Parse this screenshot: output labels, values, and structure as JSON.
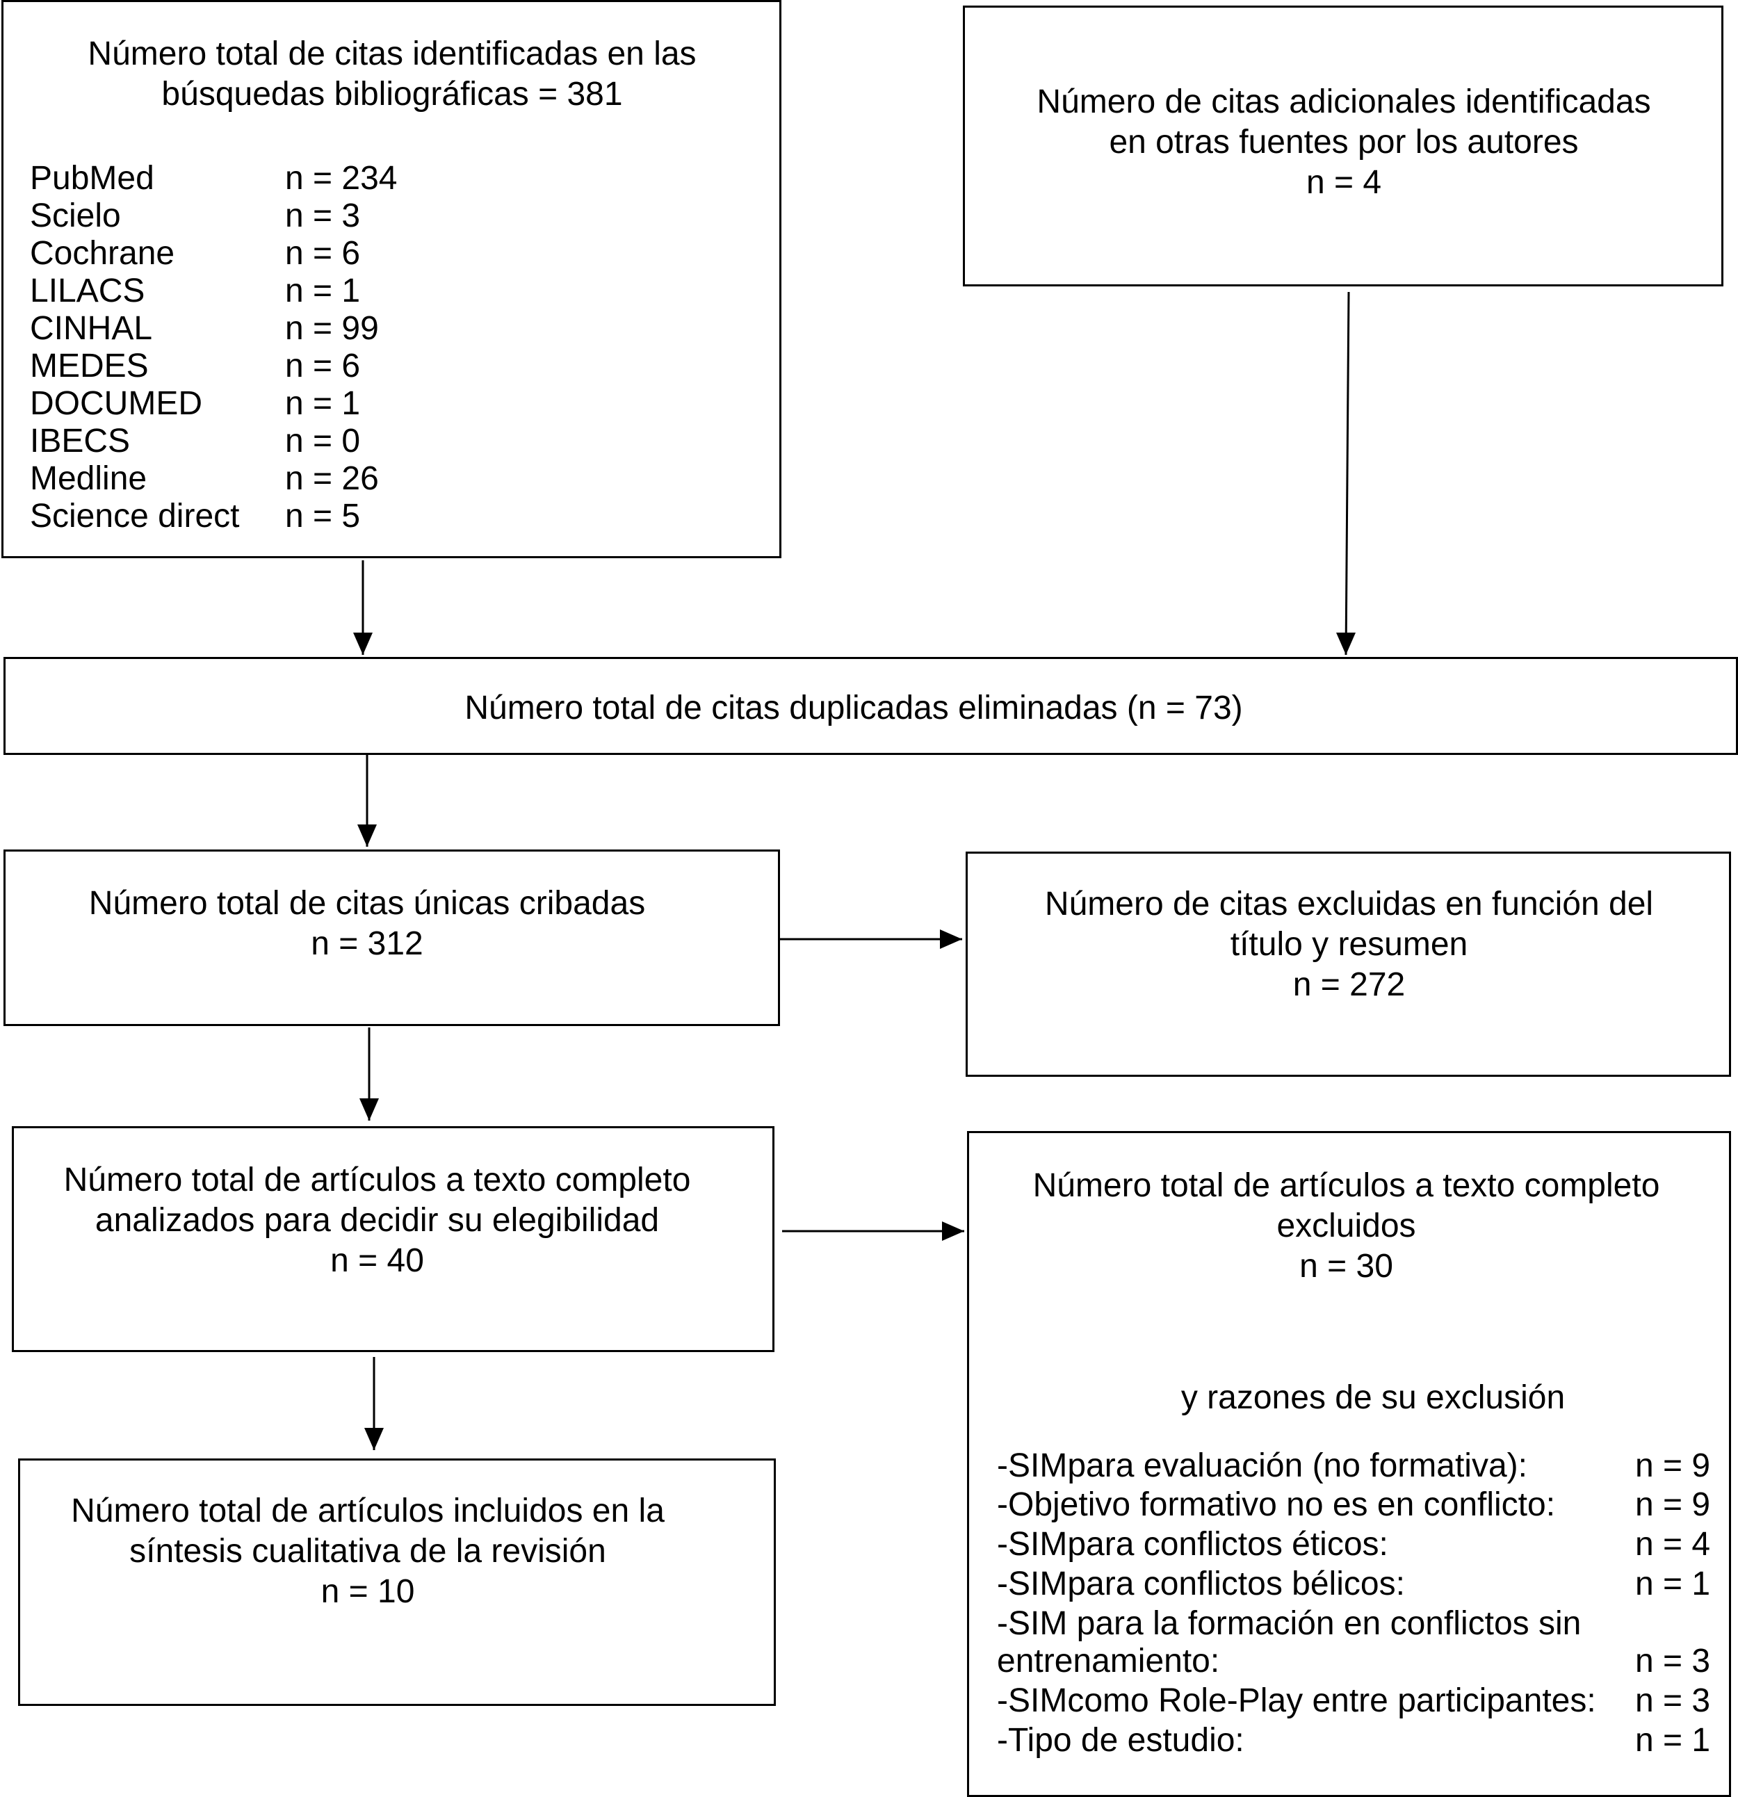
{
  "identified": {
    "title_line1": "Número total de citas identificadas en las",
    "title_line2": "búsquedas bibliográficas = 381",
    "sources": [
      {
        "name": "PubMed",
        "n": "n = 234"
      },
      {
        "name": "Scielo",
        "n": "n = 3"
      },
      {
        "name": "Cochrane",
        "n": "n = 6"
      },
      {
        "name": "LILACS",
        "n": "n = 1"
      },
      {
        "name": "CINHAL",
        "n": "n = 99"
      },
      {
        "name": "MEDES",
        "n": "n = 6"
      },
      {
        "name": "DOCUMED",
        "n": "n = 1"
      },
      {
        "name": "IBECS",
        "n": "n = 0"
      },
      {
        "name": "Medline",
        "n": "n = 26"
      },
      {
        "name": "Science direct",
        "n": "n = 5"
      }
    ]
  },
  "additional": {
    "line1": "Número de citas adicionales identificadas",
    "line2": "en otras fuentes por los autores",
    "n": "n = 4"
  },
  "duplicates": {
    "text": "Número total de citas duplicadas eliminadas (n = 73)"
  },
  "screened": {
    "line1": "Número total de citas únicas cribadas",
    "n": "n = 312"
  },
  "excluded_title": {
    "line1": "Número de citas excluidas en función del",
    "line2": "título y resumen",
    "n": "n = 272"
  },
  "fulltext": {
    "line1": "Número total de artículos a texto completo",
    "line2": "analizados para decidir su elegibilidad",
    "n": "n = 40"
  },
  "fulltext_excluded": {
    "line1": "Número total de artículos a texto completo",
    "line2": "excluidos",
    "n": "n = 30",
    "reasons_title": "y razones de su exclusión",
    "reasons": [
      {
        "label": "-SIMpara evaluación (no formativa):",
        "n": "n = 9"
      },
      {
        "label": "-Objetivo formativo no es en conflicto:",
        "n": "n = 9"
      },
      {
        "label": "-SIMpara conflictos éticos:",
        "n": "n = 4"
      },
      {
        "label": "-SIMpara conflictos bélicos:",
        "n": "n = 1"
      },
      {
        "label": "-SIM para la formación en conflictos sin",
        "n": ""
      },
      {
        "label": "entrenamiento:",
        "n": "n = 3"
      },
      {
        "label": "-SIMcomo Role-Play entre participantes:",
        "n": "n = 3"
      },
      {
        "label": "-Tipo de estudio:",
        "n": "n = 1"
      }
    ]
  },
  "included": {
    "line1": "Número total de artículos incluidos en la",
    "line2": "síntesis cualitativa de la revisión",
    "n": "n = 10"
  }
}
